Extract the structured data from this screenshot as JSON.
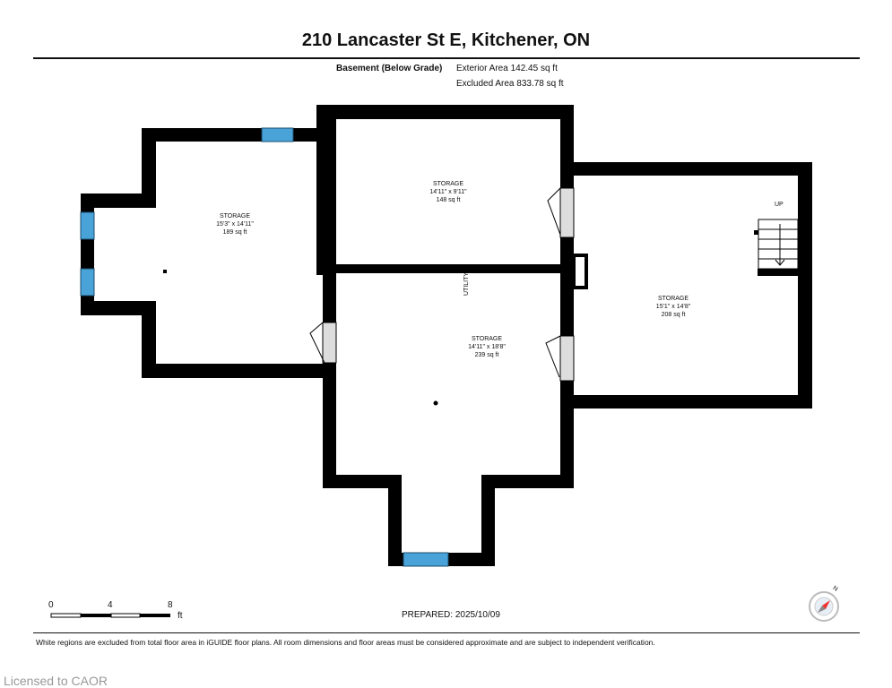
{
  "header": {
    "title": "210 Lancaster St E, Kitchener, ON",
    "level": "Basement (Below Grade)",
    "exterior_area": "Exterior Area 142.45 sq ft",
    "excluded_area": "Excluded Area 833.78 sq ft"
  },
  "rooms": [
    {
      "name": "STORAGE",
      "dims": "15'3\" x 14'11\"",
      "area": "189 sq ft"
    },
    {
      "name": "STORAGE",
      "dims": "14'11\" x 9'11\"",
      "area": "148 sq ft"
    },
    {
      "name": "STORAGE",
      "dims": "14'11\" x 18'8\"",
      "area": "239 sq ft"
    },
    {
      "name": "STORAGE",
      "dims": "15'1\" x 14'8\"",
      "area": "208 sq ft"
    }
  ],
  "labels": {
    "utility": "UTILITY",
    "up": "UP"
  },
  "scale": {
    "ticks": [
      "0",
      "4",
      "8"
    ],
    "unit": "ft"
  },
  "compass": {
    "north": "N"
  },
  "footer": {
    "prepared": "PREPARED: 2025/10/09",
    "disclaimer": "White regions are excluded from total floor area in iGUIDE floor plans. All room dimensions and floor areas must be considered approximate and are subject to independent verification.",
    "license": "Licensed to CAOR"
  },
  "colors": {
    "wall": "#000000",
    "window": "#4aa3d8",
    "door": "#d8d8d8"
  }
}
